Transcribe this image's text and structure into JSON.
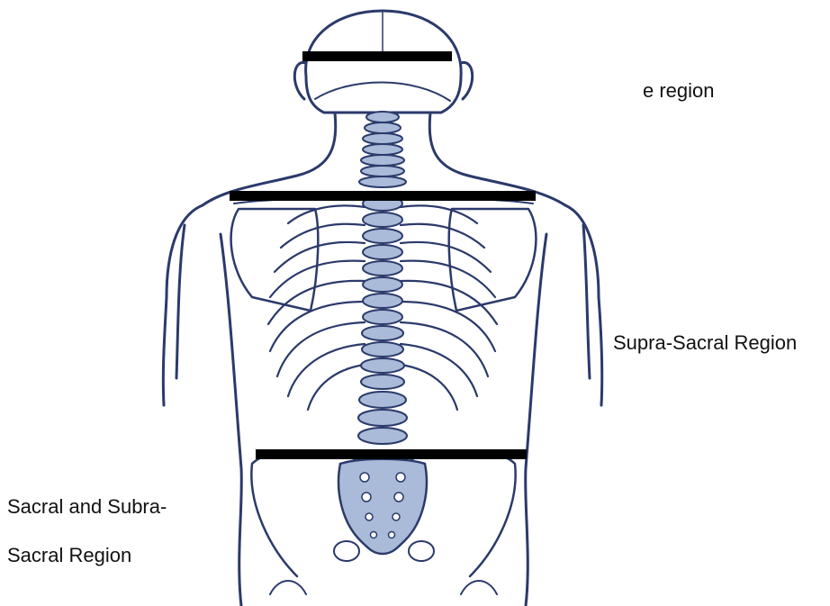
{
  "labels": {
    "top_region": "e region",
    "supra_sacral": "Supra-Sacral Region",
    "sacral_line1": "Sacral and Subra-",
    "sacral_line2": "Sacral Region"
  },
  "colors": {
    "outline": "#2b3a6b",
    "shade": "#a9bbd8",
    "bar": "#000000"
  }
}
